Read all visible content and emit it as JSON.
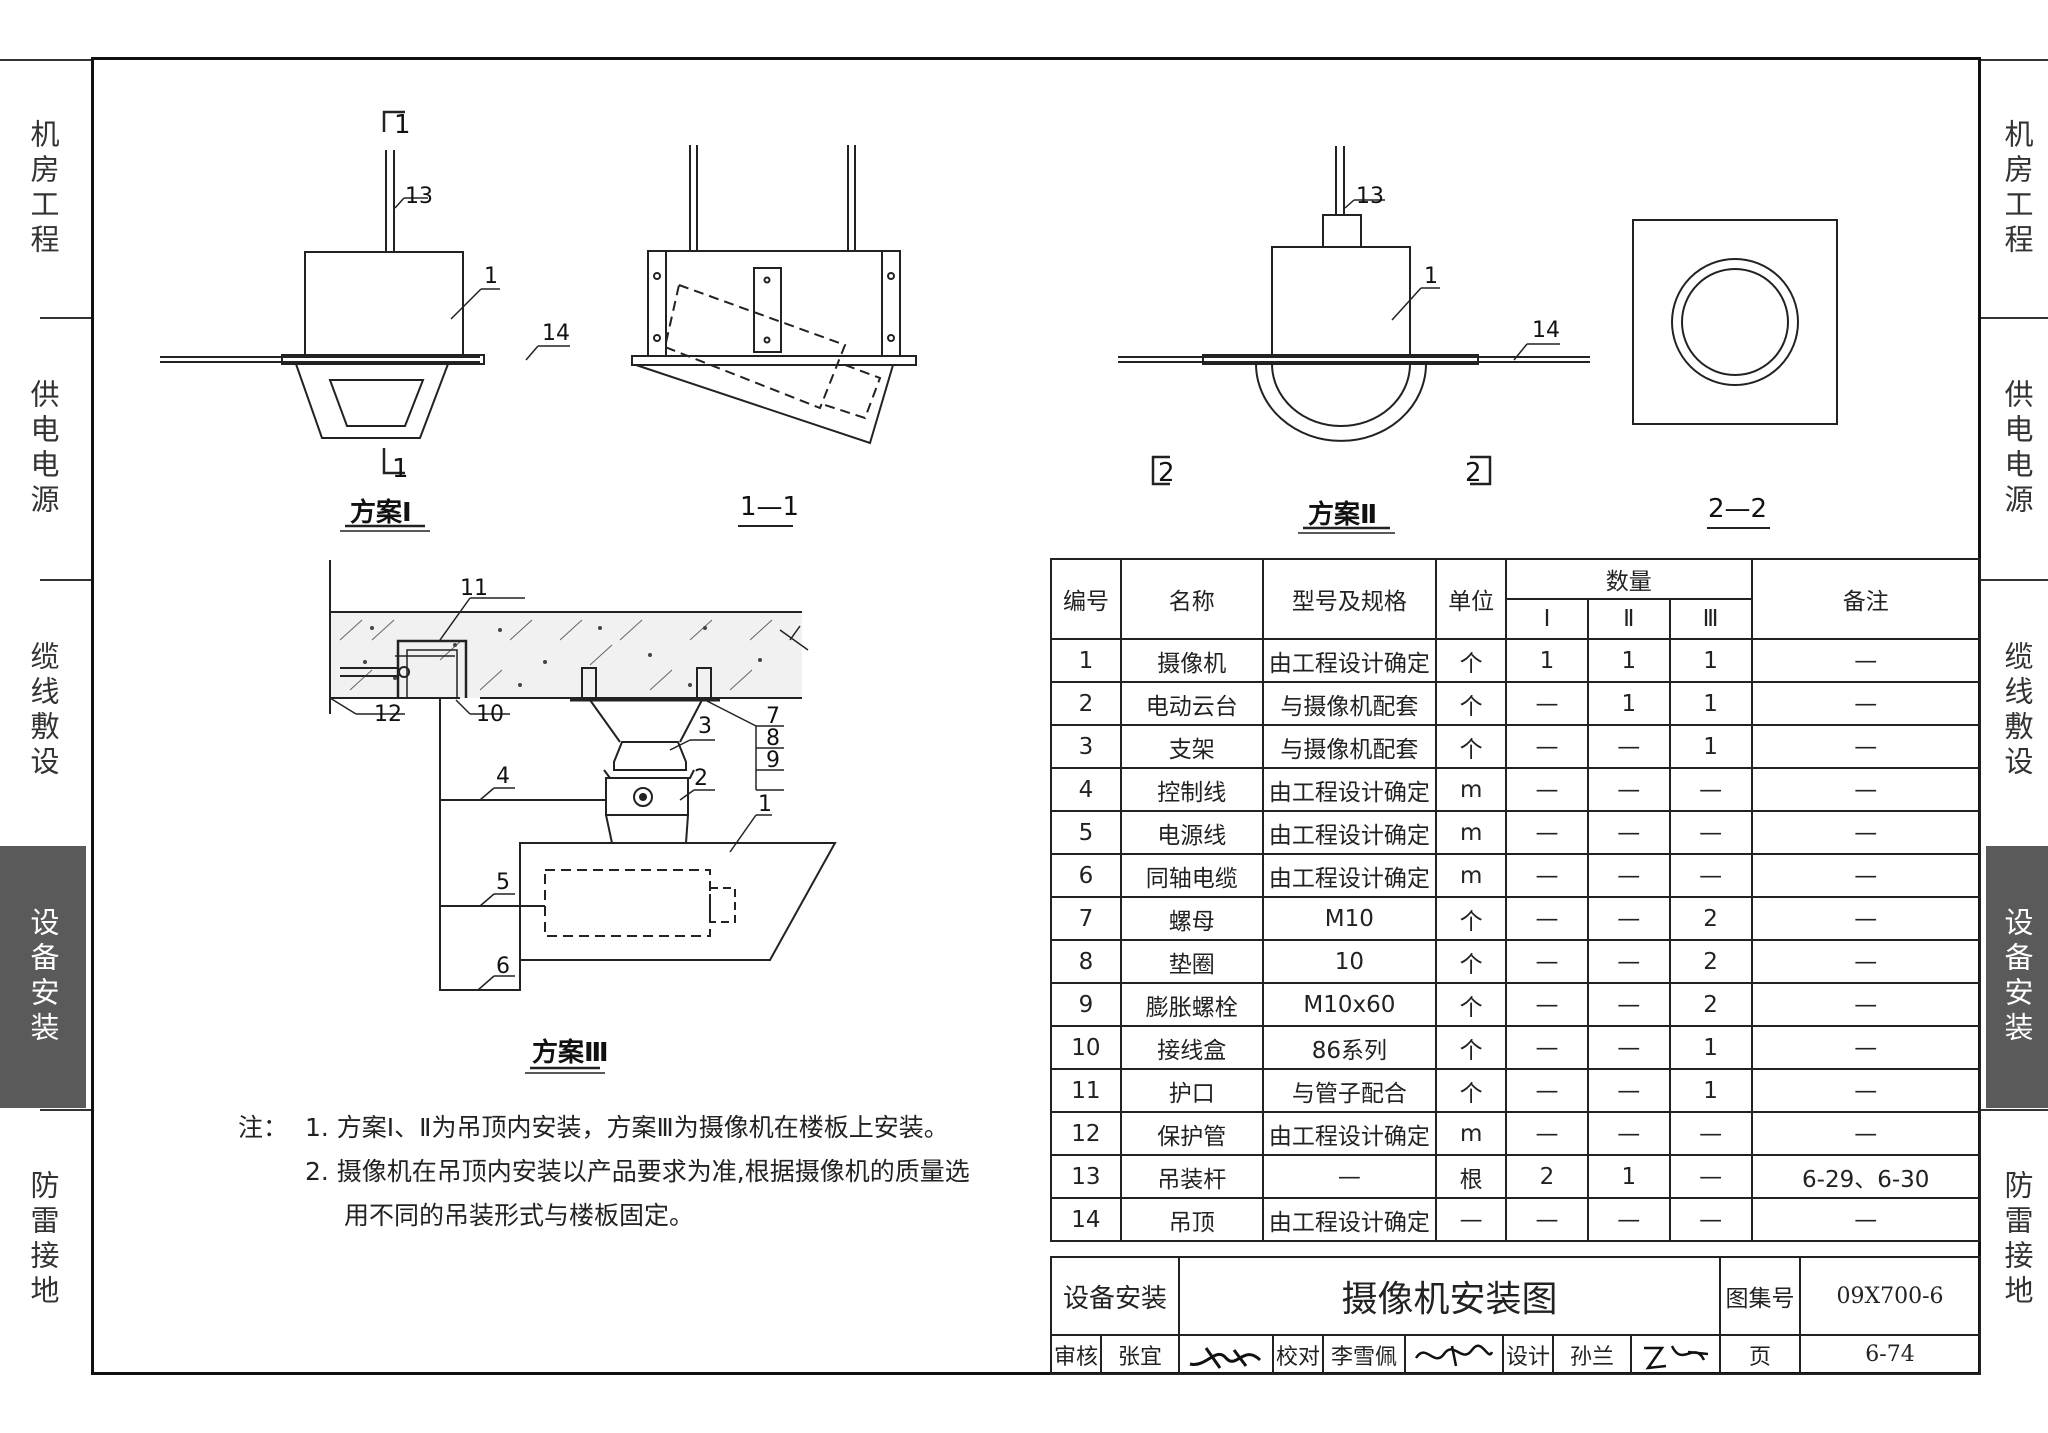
{
  "side_tabs": {
    "left": [
      {
        "label": "机房工程"
      },
      {
        "label": "供电电源"
      },
      {
        "label": "缆线敷设"
      },
      {
        "label": "设备安装",
        "active": true
      },
      {
        "label": "防雷接地"
      }
    ],
    "right": [
      {
        "label": "机房工程"
      },
      {
        "label": "供电电源"
      },
      {
        "label": "缆线敷设"
      },
      {
        "label": "设备安装",
        "active": true
      },
      {
        "label": "防雷接地"
      }
    ]
  },
  "drawings": {
    "plan1_title": "方案Ⅰ",
    "section11_title": "1—1",
    "plan2_title": "方案Ⅱ",
    "section22_title": "2—2",
    "plan3_title": "方案Ⅲ",
    "sec1_top": "1",
    "sec1_bottom": "1",
    "sec2_left": "2",
    "sec2_right": "2",
    "callouts": {
      "c1": "1",
      "c2": "2",
      "c3": "3",
      "c4": "4",
      "c5": "5",
      "c6": "6",
      "c7": "7",
      "c8": "8",
      "c9": "9",
      "c10": "10",
      "c11": "11",
      "c12": "12",
      "c13": "13",
      "c14": "14"
    }
  },
  "notes": {
    "prefix": "注：",
    "n1": "1. 方案Ⅰ、Ⅱ为吊顶内安装，方案Ⅲ为摄像机在楼板上安装。",
    "n2a": "2. 摄像机在吊顶内安装以产品要求为准,根据摄像机的质量选",
    "n2b": "用不同的吊装形式与楼板固定。"
  },
  "table": {
    "headers": {
      "no": "编号",
      "name": "名称",
      "spec": "型号及规格",
      "unit": "单位",
      "qty": "数量",
      "q1": "Ⅰ",
      "q2": "Ⅱ",
      "q3": "Ⅲ",
      "remark": "备注"
    },
    "rows": [
      {
        "no": "1",
        "name": "摄像机",
        "spec": "由工程设计确定",
        "unit": "个",
        "q1": "1",
        "q2": "1",
        "q3": "1",
        "remark": "—"
      },
      {
        "no": "2",
        "name": "电动云台",
        "spec": "与摄像机配套",
        "unit": "个",
        "q1": "—",
        "q2": "1",
        "q3": "1",
        "remark": "—"
      },
      {
        "no": "3",
        "name": "支架",
        "spec": "与摄像机配套",
        "unit": "个",
        "q1": "—",
        "q2": "—",
        "q3": "1",
        "remark": "—"
      },
      {
        "no": "4",
        "name": "控制线",
        "spec": "由工程设计确定",
        "unit": "m",
        "q1": "—",
        "q2": "—",
        "q3": "—",
        "remark": "—"
      },
      {
        "no": "5",
        "name": "电源线",
        "spec": "由工程设计确定",
        "unit": "m",
        "q1": "—",
        "q2": "—",
        "q3": "—",
        "remark": "—"
      },
      {
        "no": "6",
        "name": "同轴电缆",
        "spec": "由工程设计确定",
        "unit": "m",
        "q1": "—",
        "q2": "—",
        "q3": "—",
        "remark": "—"
      },
      {
        "no": "7",
        "name": "螺母",
        "spec": "M10",
        "unit": "个",
        "q1": "—",
        "q2": "—",
        "q3": "2",
        "remark": "—"
      },
      {
        "no": "8",
        "name": "垫圈",
        "spec": "10",
        "unit": "个",
        "q1": "—",
        "q2": "—",
        "q3": "2",
        "remark": "—"
      },
      {
        "no": "9",
        "name": "膨胀螺栓",
        "spec": "M10x60",
        "unit": "个",
        "q1": "—",
        "q2": "—",
        "q3": "2",
        "remark": "—"
      },
      {
        "no": "10",
        "name": "接线盒",
        "spec": "86系列",
        "unit": "个",
        "q1": "—",
        "q2": "—",
        "q3": "1",
        "remark": "—"
      },
      {
        "no": "11",
        "name": "护口",
        "spec": "与管子配合",
        "unit": "个",
        "q1": "—",
        "q2": "—",
        "q3": "1",
        "remark": "—"
      },
      {
        "no": "12",
        "name": "保护管",
        "spec": "由工程设计确定",
        "unit": "m",
        "q1": "—",
        "q2": "—",
        "q3": "—",
        "remark": "—"
      },
      {
        "no": "13",
        "name": "吊装杆",
        "spec": "—",
        "unit": "根",
        "q1": "2",
        "q2": "1",
        "q3": "—",
        "remark": "6-29、6-30"
      },
      {
        "no": "14",
        "name": "吊顶",
        "spec": "由工程设计确定",
        "unit": "—",
        "q1": "—",
        "q2": "—",
        "q3": "—",
        "remark": "—"
      }
    ]
  },
  "title_block": {
    "category": "设备安装",
    "title": "摄像机安装图",
    "atlas_label": "图集号",
    "atlas_no": "09X700-6",
    "review_label": "审核",
    "reviewer": "张宜",
    "check_label": "校对",
    "checker": "李雪佩",
    "design_label": "设计",
    "designer": "孙兰",
    "page_label": "页",
    "page_no": "6-74"
  }
}
